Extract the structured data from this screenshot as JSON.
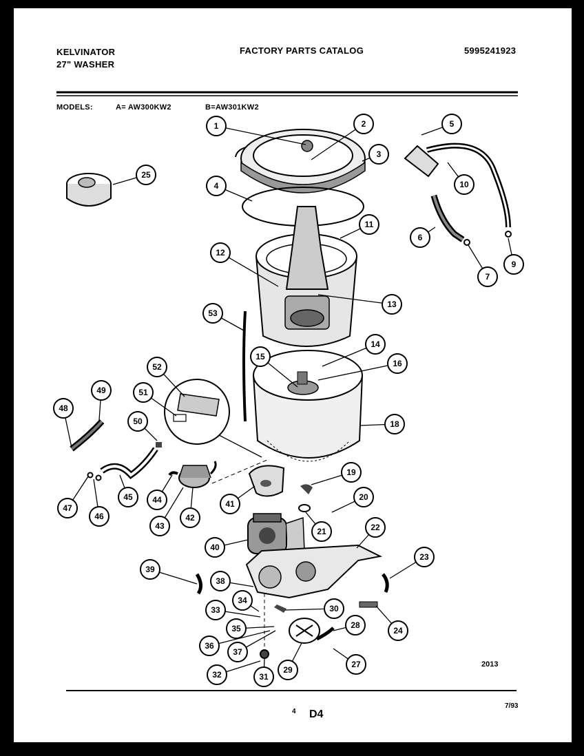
{
  "header": {
    "brand": "KELVINATOR",
    "product": "27\" WASHER",
    "catalog_title": "FACTORY PARTS CATALOG",
    "catalog_number": "5995241923",
    "models_label": "MODELS:",
    "model_a": "A= AW300KW2",
    "model_b": "B=AW301KW2"
  },
  "diagram": {
    "drawing_number": "2013",
    "callouts": [
      "1",
      "2",
      "3",
      "4",
      "5",
      "6",
      "7",
      "9",
      "10",
      "11",
      "12",
      "13",
      "14",
      "15",
      "16",
      "18",
      "19",
      "20",
      "21",
      "22",
      "23",
      "24",
      "25",
      "27",
      "28",
      "29",
      "30",
      "31",
      "32",
      "33",
      "34",
      "35",
      "36",
      "37",
      "38",
      "39",
      "40",
      "41",
      "42",
      "43",
      "44",
      "45",
      "46",
      "47",
      "48",
      "49",
      "50",
      "51",
      "52",
      "53"
    ]
  },
  "footer": {
    "page_mark": "4",
    "page_code": "D4",
    "date": "7/93"
  }
}
